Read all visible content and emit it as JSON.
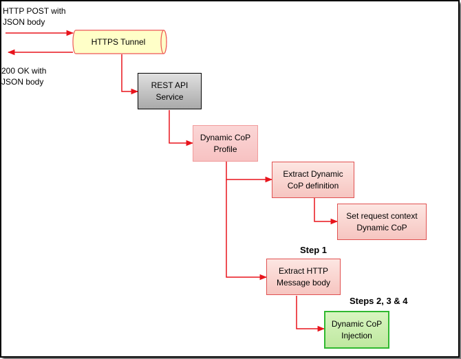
{
  "labels": {
    "request": [
      "HTTP POST with",
      "JSON body"
    ],
    "response": [
      "200 OK with",
      "JSON body"
    ],
    "step1": "Step 1",
    "steps234": "Steps 2, 3 & 4"
  },
  "nodes": {
    "https_tunnel": "HTTPS Tunnel",
    "rest_api": [
      "REST API",
      "Service"
    ],
    "dynamic_cop_profile": [
      "Dynamic CoP",
      "Profile"
    ],
    "extract_cop_definition": [
      "Extract Dynamic",
      "CoP definition"
    ],
    "set_request_context": [
      "Set request context",
      "Dynamic CoP"
    ],
    "extract_http_body": [
      "Extract HTTP",
      "Message body"
    ],
    "cop_injection": [
      "Dynamic CoP",
      "Injection"
    ]
  },
  "colors": {
    "arrow": "#e8141c",
    "cylinder_fill": "#ffffc8",
    "cylinder_stroke": "#ee5555",
    "injection_border": "#2fb82f"
  }
}
